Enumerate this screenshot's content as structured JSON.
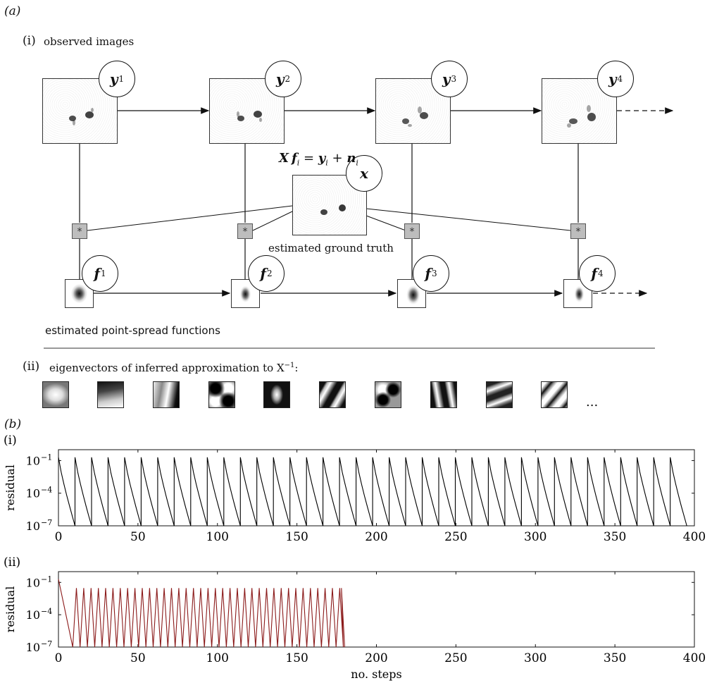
{
  "panel_a": {
    "label": "(a)",
    "sub_i_label": "(i)",
    "sub_i_title": "observed images",
    "observed_symbols": [
      "y",
      "y",
      "y",
      "y"
    ],
    "observed_subscripts": [
      "1",
      "2",
      "3",
      "4"
    ],
    "ground_truth_symbol": "x",
    "equation": "X f_i = y_i + n_i",
    "conv_symbol": "*",
    "ground_truth_caption": "estimated ground truth",
    "psf_symbols": [
      "f",
      "f",
      "f",
      "f"
    ],
    "psf_subscripts": [
      "1",
      "2",
      "3",
      "4"
    ],
    "psf_caption": "estimated point-spread functions",
    "sub_ii_label": "(ii)",
    "sub_ii_title": "eigenvectors of inferred approximation to X",
    "sub_ii_sup": "−1",
    "sub_ii_suffix": ":",
    "ellipsis": "..."
  },
  "panel_b": {
    "label": "(b)"
  },
  "colors": {
    "series_i": "#000000",
    "series_ii": "#8b1a1a",
    "divider": "#999999"
  },
  "chart_data": [
    {
      "type": "line",
      "panel": "(i)",
      "ylabel": "residual",
      "xlabel": "",
      "xlim": [
        0,
        400
      ],
      "ylim": [
        1e-07,
        1
      ],
      "yscale": "log",
      "xticks": [
        0,
        50,
        100,
        150,
        200,
        250,
        300,
        350,
        400
      ],
      "yticks": [
        1e-07,
        0.0001,
        0.1
      ],
      "ytick_labels": [
        "10",
        "10",
        "10"
      ],
      "ytick_exps": [
        "−7",
        "−4",
        "−1"
      ],
      "sawtooth": {
        "n_cycles": 38,
        "cycle_length": 10.4,
        "start": 0,
        "peak": 0.2,
        "floor": 1e-07
      }
    },
    {
      "type": "line",
      "panel": "(ii)",
      "ylabel": "residual",
      "xlabel": "no. steps",
      "xlim": [
        0,
        400
      ],
      "ylim": [
        1e-07,
        1
      ],
      "yscale": "log",
      "xticks": [
        0,
        50,
        100,
        150,
        200,
        250,
        300,
        350,
        400
      ],
      "yticks": [
        1e-07,
        0.0001,
        0.1
      ],
      "ytick_labels": [
        "10",
        "10",
        "10"
      ],
      "ytick_exps": [
        "−7",
        "−4",
        "−1"
      ],
      "sawtooth": {
        "n_cycles": 37,
        "first_peak": 0.2,
        "first_drop_end": 9,
        "cycle_length": 4.6,
        "start": 9,
        "peak": 0.03,
        "floor": 1e-07,
        "end": 180
      }
    }
  ]
}
